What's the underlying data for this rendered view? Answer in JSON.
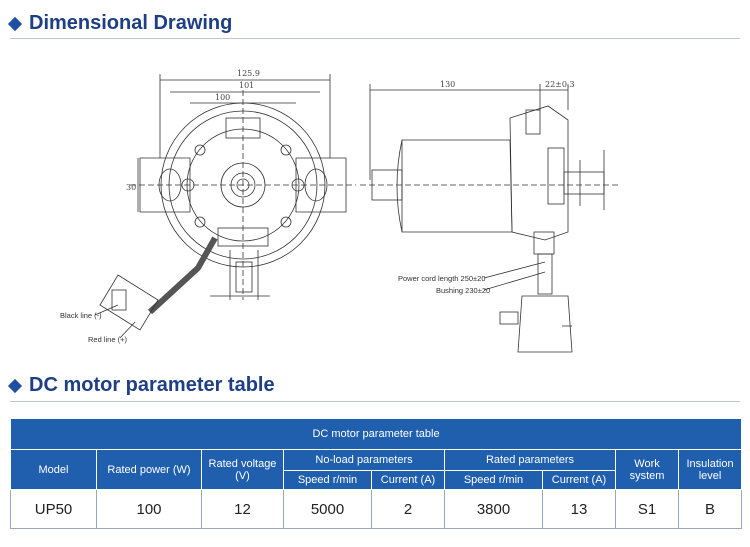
{
  "sections": {
    "drawing_title": "Dimensional Drawing",
    "table_title": "DC motor parameter table"
  },
  "drawing": {
    "dims": {
      "d125": "125.9",
      "d101": "101",
      "d100": "100",
      "d130": "130",
      "d22": "22±0.3",
      "d30": "30"
    },
    "labels": {
      "black_line": "Black line (-)",
      "red_line": "Red line (+)",
      "power_cord": "Power cord length 250±20",
      "bushing": "Bushing 230±20"
    }
  },
  "table": {
    "caption": "DC motor parameter table",
    "headers": {
      "model": "Model",
      "rated_power": "Rated power (W)",
      "rated_voltage": "Rated voltage (V)",
      "no_load": "No-load parameters",
      "rated_params": "Rated parameters",
      "work_system": "Work system",
      "insulation": "Insulation level",
      "speed": "Speed r/min",
      "current": "Current (A)"
    },
    "row": {
      "model": "UP50",
      "rated_power": "100",
      "rated_voltage": "12",
      "noload_speed": "5000",
      "noload_current": "2",
      "rated_speed": "3800",
      "rated_current": "13",
      "work_system": "S1",
      "insulation": "B"
    }
  },
  "colors": {
    "accent": "#1e4fa0",
    "header_bg": "#1f5fae"
  }
}
